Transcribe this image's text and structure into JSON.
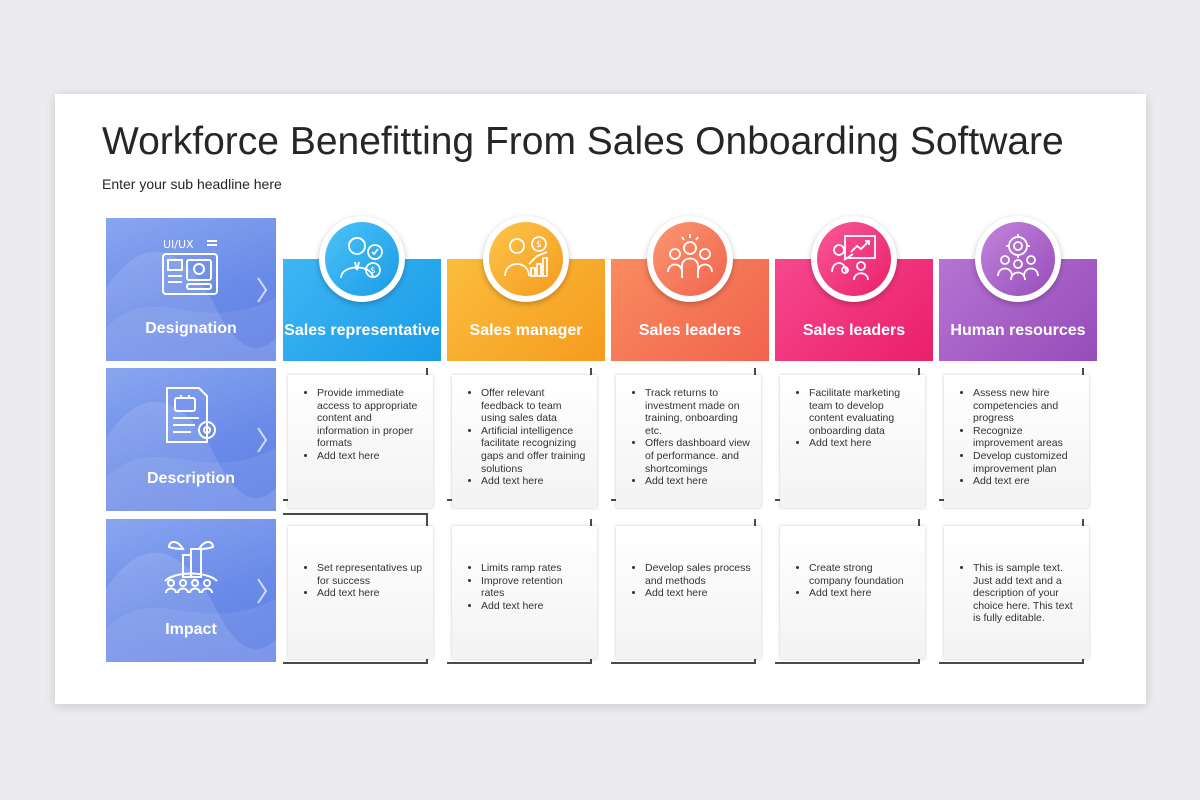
{
  "title": "Workforce Benefitting From Sales Onboarding Software",
  "subtitle": "Enter your sub headline here",
  "rows": [
    {
      "label": "Designation",
      "icon": "ui-ux-layout-icon"
    },
    {
      "label": "Description",
      "icon": "document-gear-icon"
    },
    {
      "label": "Impact",
      "icon": "city-people-icon"
    }
  ],
  "columns": [
    {
      "header": "Sales representative",
      "icon": "businessman-dollar-icon",
      "color": "#2aa7f2",
      "description": [
        "Provide immediate access to appropriate content and information in proper formats",
        "Add text here"
      ],
      "impact": [
        "Set representatives up for success",
        "Add text here"
      ]
    },
    {
      "header": "Sales manager",
      "icon": "manager-growth-chart-icon",
      "color": "#f7a72a",
      "description": [
        "Offer relevant feedback to team using sales data",
        "Artificial intelligence facilitate recognizing gaps and offer training solutions",
        "Add text here"
      ],
      "impact": [
        "Limits ramp rates",
        "Improve retention rates",
        "Add text here"
      ]
    },
    {
      "header": "Sales leaders",
      "icon": "team-leader-icon",
      "color": "#f5735a",
      "description": [
        "Track returns to investment made on training, onboarding etc.",
        "Offers dashboard view of performance. and shortcomings",
        "Add text here"
      ],
      "impact": [
        "Develop sales process and methods",
        "Add text here"
      ]
    },
    {
      "header": "Sales leaders",
      "icon": "presentation-chart-icon",
      "color": "#f0367c",
      "description": [
        "Facilitate marketing team to develop content evaluating onboarding data",
        "Add text here"
      ],
      "impact": [
        "Create strong company foundation",
        "Add text here"
      ]
    },
    {
      "header": "Human resources",
      "icon": "people-gear-icon",
      "color": "#a460c4",
      "description": [
        "Assess new hire competencies and progress",
        "Recognize improvement areas",
        "Develop customized improvement plan",
        "Add text ere"
      ],
      "impact": [
        "This is sample text. Just add text and a description of your choice here. This text is fully editable."
      ]
    }
  ],
  "row_icon_label": "UI/UX"
}
